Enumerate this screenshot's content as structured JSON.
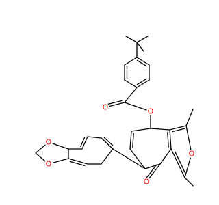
{
  "atom_labels": {
    "ester_o": "O",
    "carbonyl_o": "O",
    "furan_o": "O",
    "ketone_o": "O",
    "dioxole_o_upper": "O",
    "dioxole_o_lower": "O"
  },
  "colors": {
    "bond": "#000000",
    "oxygen": "#ff0000",
    "background": "#ffffff"
  }
}
